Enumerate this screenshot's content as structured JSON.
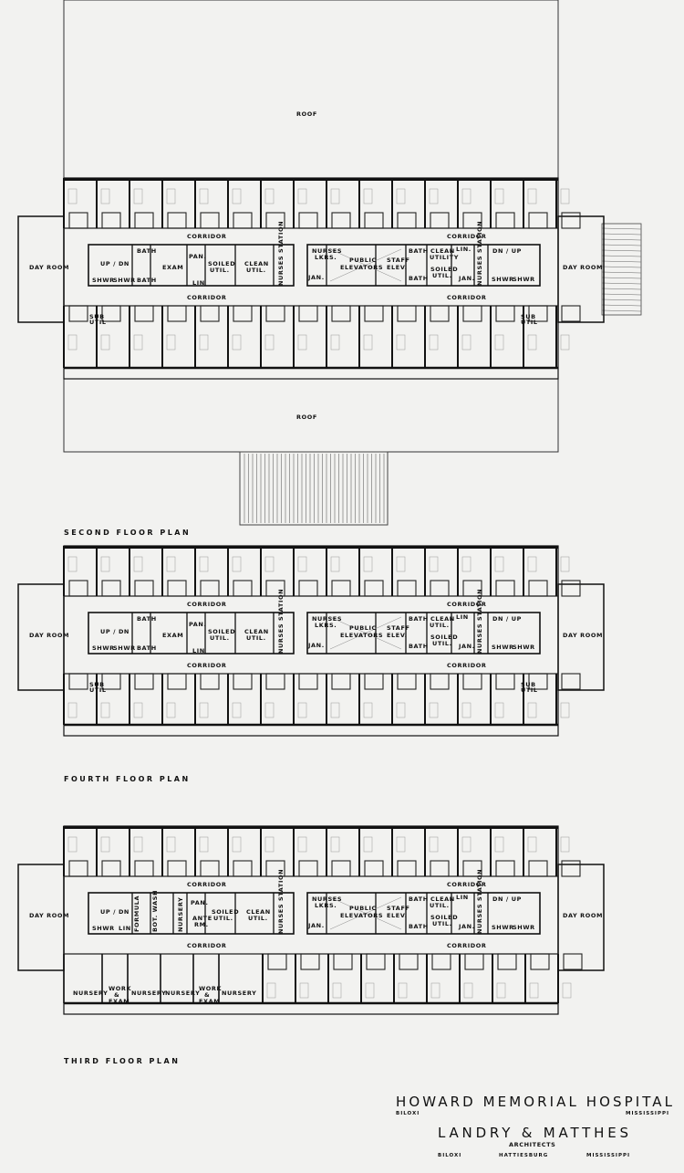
{
  "roof_label": "ROOF",
  "floors": {
    "second": {
      "title": "SECOND FLOOR PLAN",
      "labels": {
        "corridor_tl": "CORRIDOR",
        "corridor_tr": "CORRIDOR",
        "corridor_bl": "CORRIDOR",
        "corridor_br": "CORRIDOR",
        "day_room_l": "DAY ROOM",
        "day_room_r": "DAY ROOM",
        "up_dn": "UP / DN",
        "shwr_1": "SHWR",
        "shwr_2": "SHWR",
        "bath_1": "BATH",
        "bath_2": "BATH",
        "exam": "EXAM",
        "pan": "PAN.",
        "soiled_1": "SOILED",
        "util_1": "UTIL.",
        "lin_1": "LIN",
        "clean_1": "CLEAN",
        "util_2": "UTIL.",
        "nurses_station_1": "NURSES STATION",
        "nurses_lkrs_1": "NURSES",
        "nurses_lkrs_2": "LKRS.",
        "jan_1": "JAN.",
        "public": "PUBLIC",
        "elevators": "ELEVATORS",
        "staff": "STAFF",
        "elev": "ELEV.",
        "bath_3": "BATH",
        "bath_4": "BATH",
        "clean_2": "CLEAN",
        "utility": "UTILITY",
        "soiled_2": "SOILED",
        "util_3": "UTIL.",
        "lin_2": "LIN.",
        "jan_2": "JAN.",
        "nurses_station_2": "NURSES STATION",
        "dn_up": "DN / UP",
        "shwr_3": "SHWR",
        "shwr_4": "SHWR",
        "sub_1": "SUB",
        "sub_util_1": "UTIL",
        "sub_2": "SUB",
        "sub_util_2": "UTIL"
      }
    },
    "fourth": {
      "title": "FOURTH FLOOR PLAN",
      "labels": {
        "corridor_tl": "CORRIDOR",
        "corridor_tr": "CORRIDOR",
        "corridor_bl": "CORRIDOR",
        "corridor_br": "CORRIDOR",
        "day_room_l": "DAY ROOM",
        "day_room_r": "DAY ROOM",
        "up_dn": "UP / DN",
        "shwr_1": "SHWR",
        "shwr_2": "SHWR",
        "bath_1": "BATH",
        "bath_2": "BATH",
        "exam": "EXAM",
        "pan": "PAN.",
        "soiled_1": "SOILED",
        "util_1": "UTIL.",
        "lin_1": "LIN",
        "clean_1": "CLEAN",
        "util_2": "UTIL.",
        "nurses_station_1": "NURSES STATION",
        "nurses_lkrs_1": "NURSES",
        "nurses_lkrs_2": "LKRS.",
        "jan_1": "JAN.",
        "public": "PUBLIC",
        "elevators": "ELEVATORS",
        "staff": "STAFF",
        "elev": "ELEV.",
        "bath_3": "BATH",
        "bath_4": "BATH",
        "clean_2": "CLEAN",
        "utility": "UTIL.",
        "soiled_2": "SOILED",
        "util_3": "UTIL.",
        "lin_2": "LIN",
        "jan_2": "JAN.",
        "nurses_station_2": "NURSES STATION",
        "dn_up": "DN / UP",
        "shwr_3": "SHWR",
        "shwr_4": "SHWR",
        "sub_1": "SUB",
        "sub_util_1": "UTIL",
        "sub_2": "SUB",
        "sub_util_2": "UTIL"
      }
    },
    "third": {
      "title": "THIRD FLOOR PLAN",
      "labels": {
        "corridor_tl": "CORRIDOR",
        "corridor_tr": "CORRIDOR",
        "corridor_bl": "CORRIDOR",
        "corridor_br": "CORRIDOR",
        "day_room_l": "DAY ROOM",
        "day_room_r": "DAY ROOM",
        "up_dn": "UP / DN",
        "shwr_1": "SHWR",
        "lin_0": "LIN",
        "formula": "FORMULA",
        "bot_wash": "BOT. WASH",
        "nursery_v": "NURSERY",
        "pan": "PAN.",
        "ante": "ANTE",
        "rm": "RM.",
        "soiled_1": "SOILED",
        "util_1": "UTIL.",
        "clean_1": "CLEAN",
        "util_2": "UTIL.",
        "nurses_station_1": "NURSES STATION",
        "nurses_lkrs_1": "NURSES",
        "nurses_lkrs_2": "LKRS.",
        "jan_1": "JAN.",
        "public": "PUBLIC",
        "elevators": "ELEVATORS",
        "staff": "STAFF",
        "elev": "ELEV.",
        "bath_3": "BATH",
        "bath_4": "BATH",
        "clean_2": "CLEAN",
        "utility": "UTIL.",
        "soiled_2": "SOILED",
        "util_3": "UTIL.",
        "lin_2": "LIN",
        "jan_2": "JAN.",
        "nurses_station_2": "NURSES STATION",
        "dn_up": "DN / UP",
        "shwr_3": "SHWR",
        "shwr_4": "SHWR",
        "nursery_1": "NURSERY",
        "work_1": "WORK",
        "amp_1": "&",
        "exam_1": "EXAM",
        "nursery_2": "NURSERY",
        "nursery_3": "NURSERY",
        "work_2": "WORK",
        "amp_2": "&",
        "exam_2": "EXAM",
        "nursery_4": "NURSERY"
      }
    }
  },
  "title_block": {
    "hospital": "HOWARD MEMORIAL HOSPITAL",
    "city": "BILOXI",
    "state": "MISSISSIPPI",
    "architects": "LANDRY & MATTHES",
    "architects_sub": "ARCHITECTS",
    "office_1": "BILOXI",
    "office_2": "HATTIESBURG",
    "office_3": "MISSISSIPPI"
  }
}
